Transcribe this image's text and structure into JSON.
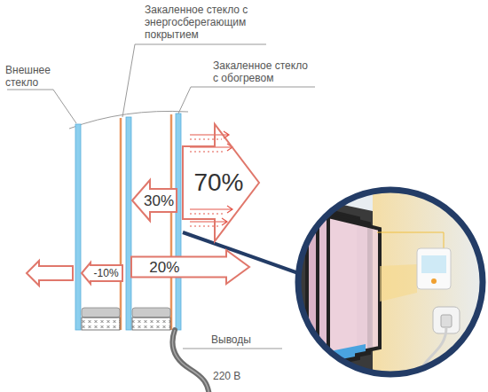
{
  "diagram": {
    "nodes": [
      {
        "text": [
          "70%"
        ]
      },
      {
        "text": [
          "30%"
        ]
      },
      {
        "text": [
          "-10%"
        ]
      },
      {
        "text": [
          "20%"
        ]
      }
    ],
    "labels": [
      "Закаленное стекло с энергосберегающим покрытием",
      "Закаленное стекло с обогревом",
      "Внешнее стекло",
      "Выводы",
      "220 В"
    ]
  }
}
